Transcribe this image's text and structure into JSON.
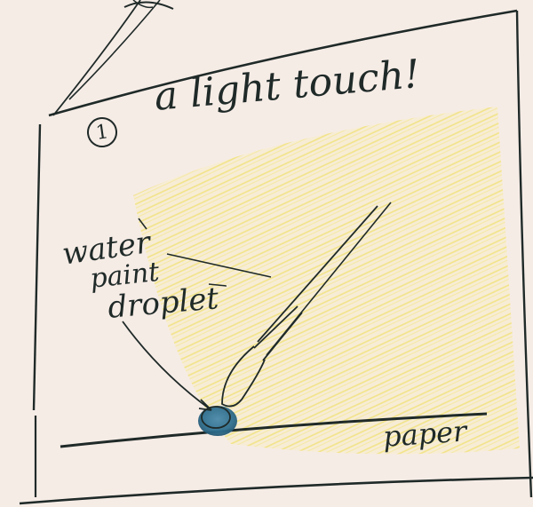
{
  "diagram": {
    "number": "1",
    "title": "a light touch!",
    "label_lines": [
      "water",
      "paint",
      "droplet"
    ],
    "surface_label": "paper"
  },
  "colors": {
    "background": "#f6ece6",
    "ink": "#1f2a28",
    "highlight_wash": "#f3e46a",
    "droplet": "#2f6f8f"
  }
}
